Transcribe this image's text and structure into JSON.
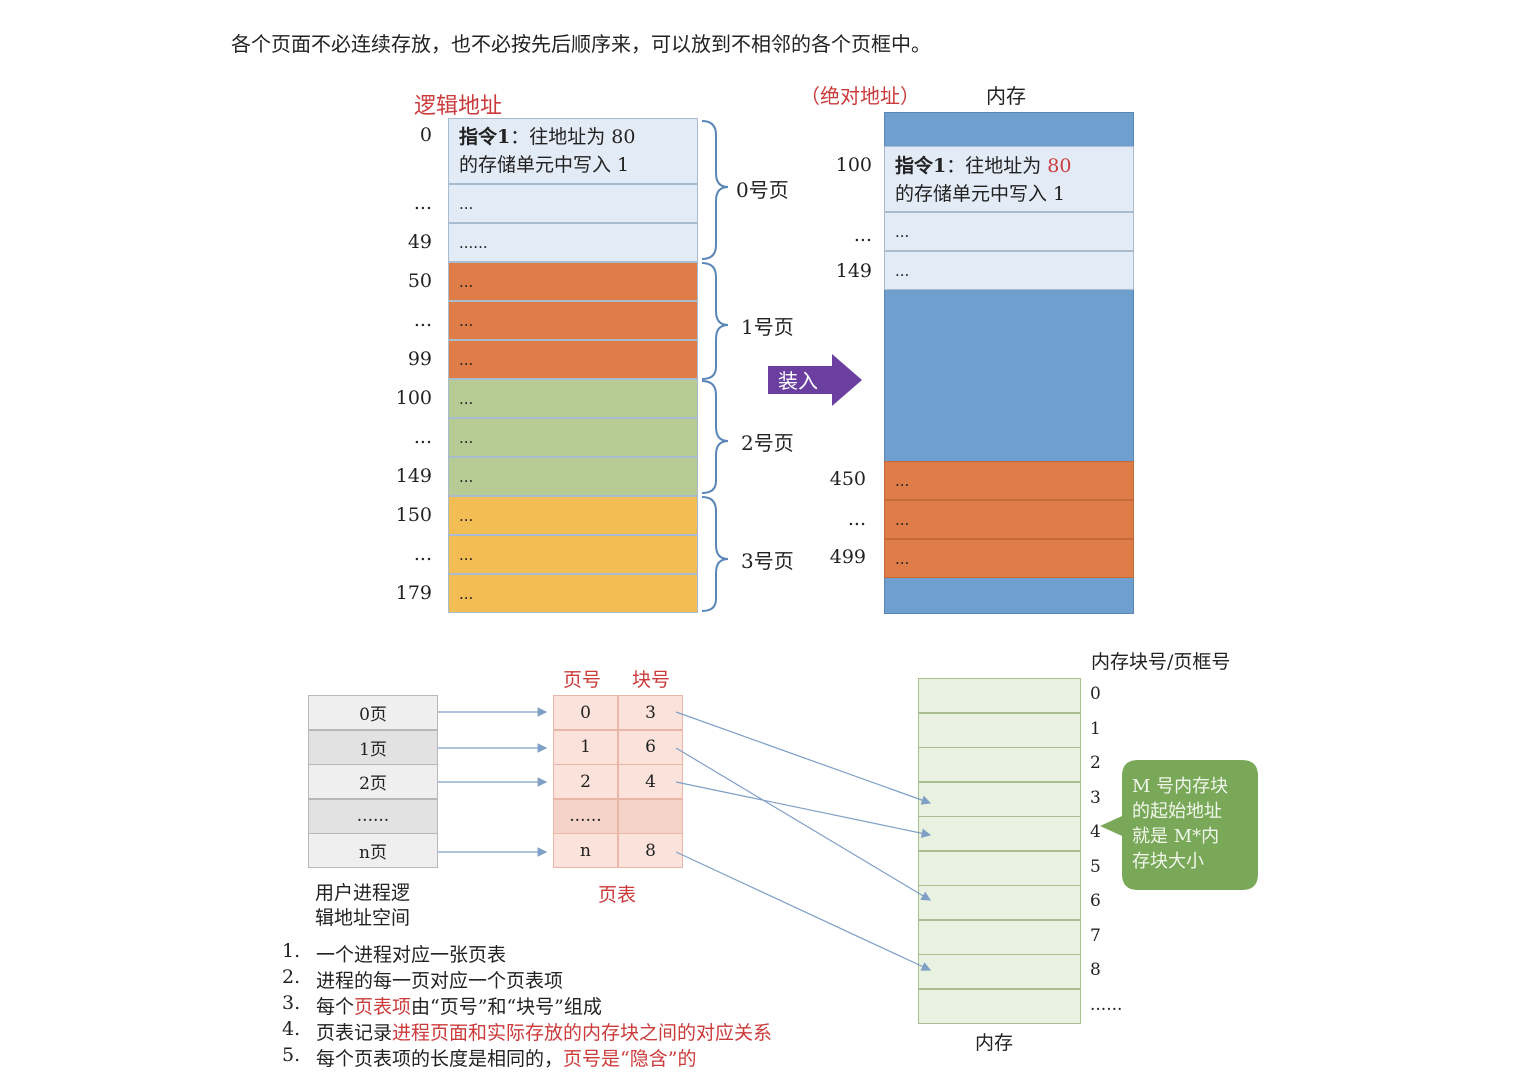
{
  "top_text": "各个页面不必连续存放，也不必按先后顺序来，可以放到不相邻的各个页框中。",
  "logical": {
    "title": "逻辑地址",
    "rows": [
      {
        "addr": "0",
        "line1_bold": "指令1",
        "line1_rest": "：往地址为 80",
        "line2": "的存储单元中写入 1",
        "color": "#e3ebf6"
      },
      {
        "addr": "...",
        "text": "...",
        "color": "#e3ebf6"
      },
      {
        "addr": "49",
        "text": "......",
        "color": "#e3ebf6"
      },
      {
        "addr": "50",
        "text": "...",
        "color": "#de7d48"
      },
      {
        "addr": "...",
        "text": "...",
        "color": "#de7d48"
      },
      {
        "addr": "99",
        "text": "...",
        "color": "#de7d48"
      },
      {
        "addr": "100",
        "text": "...",
        "color": "#b7cc95"
      },
      {
        "addr": "...",
        "text": "...",
        "color": "#b7cc95"
      },
      {
        "addr": "149",
        "text": "...",
        "color": "#b7cc95"
      },
      {
        "addr": "150",
        "text": "...",
        "color": "#f2bd55"
      },
      {
        "addr": "...",
        "text": "...",
        "color": "#f2bd55"
      },
      {
        "addr": "179",
        "text": "...",
        "color": "#f2bd55"
      }
    ],
    "pages": [
      "0号页",
      "1号页",
      "2号页",
      "3号页"
    ]
  },
  "load_label": "装入",
  "memory_top": {
    "title_abs": "（绝对地址）",
    "title_mem": "内存",
    "instr_bold": "指令1",
    "instr_rest": "：往地址为 ",
    "instr_addr": "80",
    "instr_line2": "的存储单元中写入 1",
    "addr_100": "100",
    "addr_dots1": "...",
    "addr_149": "149",
    "addr_450": "450",
    "addr_dots2": "...",
    "addr_499": "499",
    "cell_dots": "...",
    "colors": {
      "blue": "#6f9fcf",
      "light": "#e3ebf6",
      "orange": "#de7d48"
    }
  },
  "process_space": {
    "pages": [
      "0页",
      "1页",
      "2页",
      "......",
      "n页"
    ],
    "caption_line1": "用户进程逻",
    "caption_line2": "辑地址空间"
  },
  "page_table": {
    "header_page": "页号",
    "header_block": "块号",
    "rows": [
      [
        "0",
        "3"
      ],
      [
        "1",
        "6"
      ],
      [
        "2",
        "4"
      ],
      [
        "......",
        ""
      ],
      [
        "n",
        "8"
      ]
    ],
    "caption": "页表"
  },
  "memory_blocks": {
    "title": "内存块号/页框号",
    "numbers": [
      "0",
      "1",
      "2",
      "3",
      "4",
      "5",
      "6",
      "7",
      "8",
      "......"
    ],
    "caption": "内存"
  },
  "callout": [
    "M 号内存块",
    "的起始地址",
    "就是 M*内",
    "存块大小"
  ],
  "notes": [
    {
      "num": "1.",
      "parts": [
        {
          "t": "一个进程对应一张页表",
          "red": false
        }
      ]
    },
    {
      "num": "2.",
      "parts": [
        {
          "t": "进程的每一页对应一个页表项",
          "red": false
        }
      ]
    },
    {
      "num": "3.",
      "parts": [
        {
          "t": "每个",
          "red": false
        },
        {
          "t": "页表项",
          "red": true
        },
        {
          "t": "由“页号”和“块号”组成",
          "red": false
        }
      ]
    },
    {
      "num": "4.",
      "parts": [
        {
          "t": "页表记录",
          "red": false
        },
        {
          "t": "进程页面和实际存放的内存块之间的对应关系",
          "red": true
        }
      ]
    },
    {
      "num": "5.",
      "parts": [
        {
          "t": "每个页表项的长度是相同的，",
          "red": false
        },
        {
          "t": "页号是“隐含”的",
          "red": true
        }
      ]
    }
  ]
}
